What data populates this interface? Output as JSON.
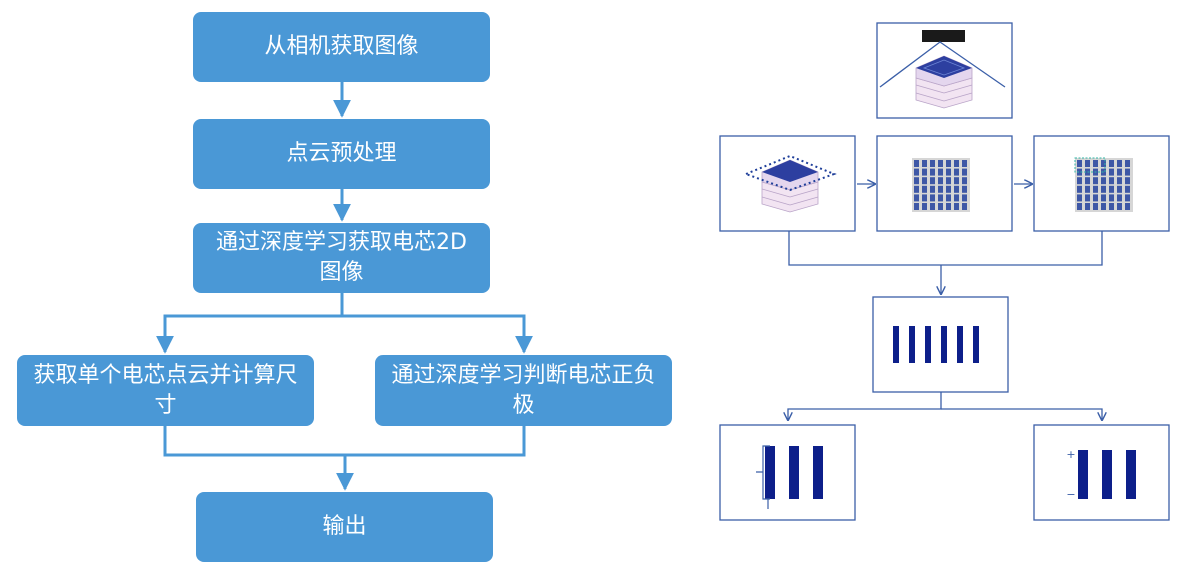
{
  "flow": {
    "step1": "从相机获取图像",
    "step2": "点云预处理",
    "step3": "通过深度学习获取电芯2D图像",
    "step4a": "获取单个电芯点云并计算尺寸",
    "step4b": "通过深度学习判断电芯正负极",
    "step5": "输出"
  },
  "illustration": {
    "polarity_plus": "+",
    "polarity_minus": "−"
  },
  "colors": {
    "node_fill": "#4a98d6",
    "connector": "#4a98d6",
    "panel_border": "#3b5fa8",
    "cell_blue": "#0d1f8a",
    "grid_cell": "#3e57a6"
  }
}
